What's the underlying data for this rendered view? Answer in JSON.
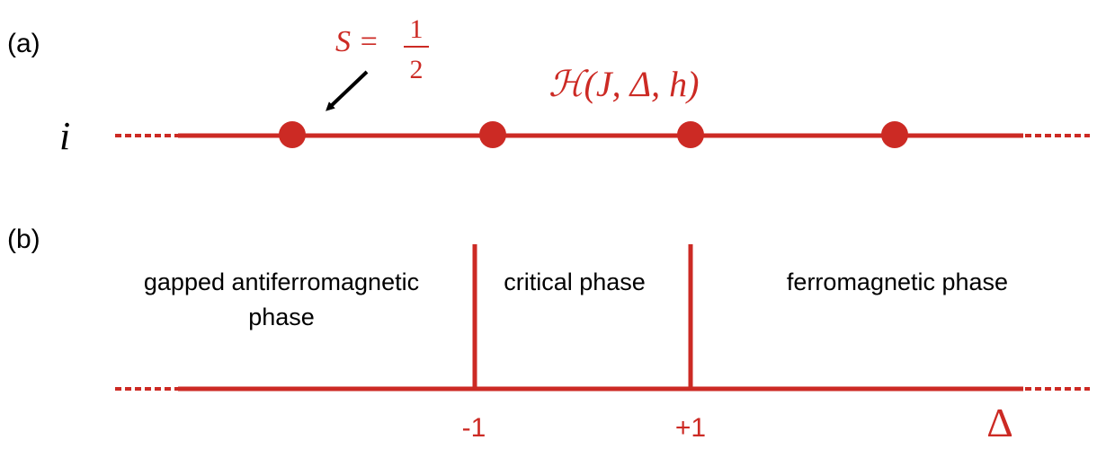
{
  "colors": {
    "accent": "#cc2a24",
    "text": "#000000"
  },
  "panel_a": {
    "label": "(a)",
    "site_label": "i",
    "spin": {
      "prefix": "S =",
      "numerator": "1",
      "denominator": "2"
    },
    "hamiltonian": "ℋ(J, Δ, h)",
    "site_count": 4
  },
  "panel_b": {
    "label": "(b)",
    "phases": {
      "left_line1": "gapped antiferromagnetic",
      "left_line2": "phase",
      "middle": "critical phase",
      "right": "ferromagnetic phase"
    },
    "ticks": {
      "left": "-1",
      "right": "+1"
    },
    "axis_label": "Δ"
  }
}
